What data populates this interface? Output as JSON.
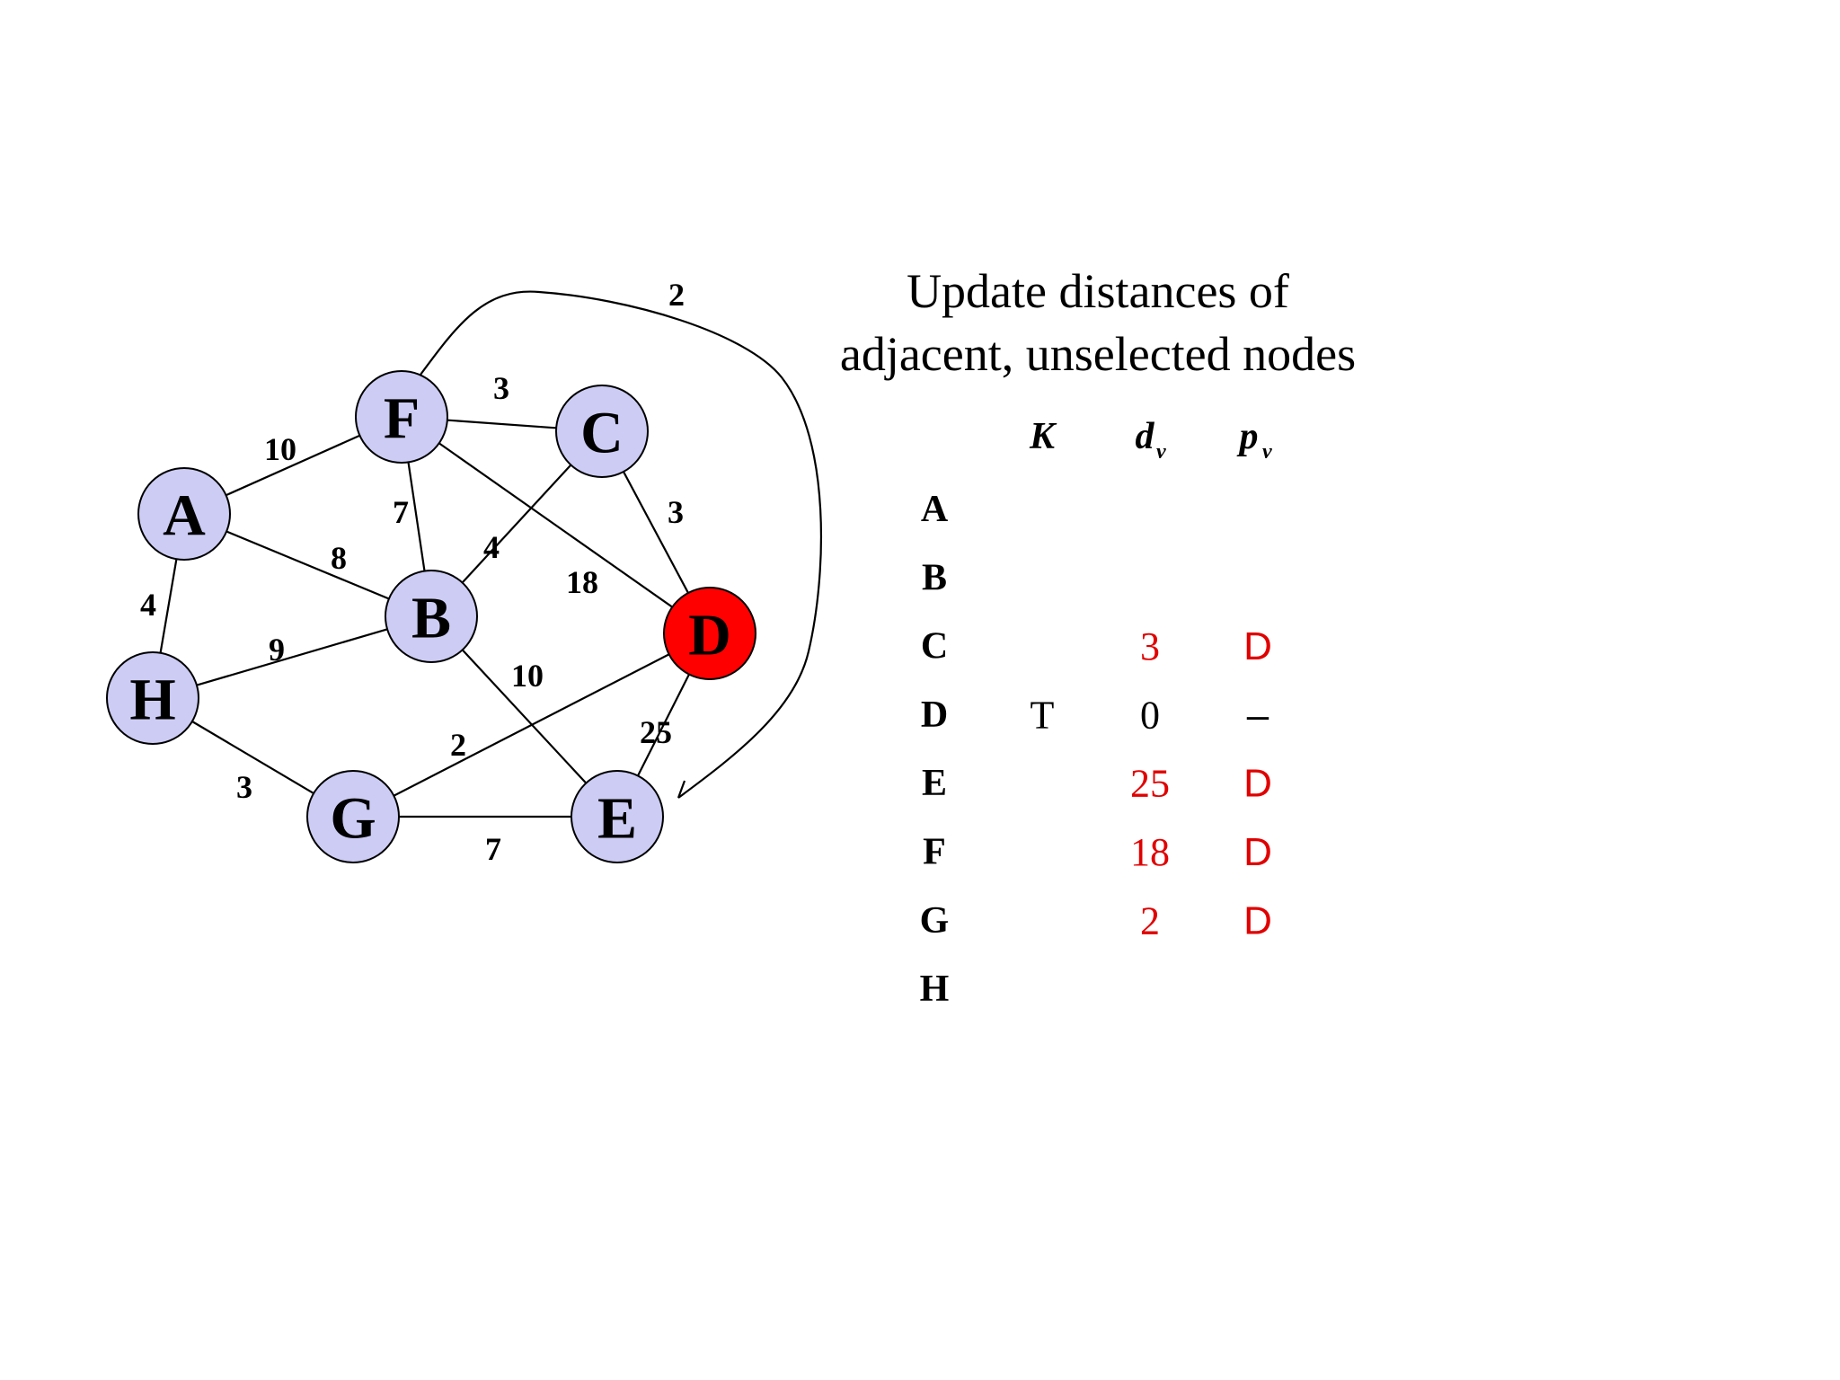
{
  "slide": {
    "title_line1": "Update distances of",
    "title_line2": "adjacent, unselected nodes"
  },
  "colors": {
    "node_fill": "#ccccf5",
    "selected_node_fill": "#ff0000",
    "updated_text": "#e00000",
    "default_text": "#000000"
  },
  "graph": {
    "selected_node": "D",
    "nodes": [
      {
        "id": "A",
        "label": "A"
      },
      {
        "id": "B",
        "label": "B"
      },
      {
        "id": "C",
        "label": "C"
      },
      {
        "id": "D",
        "label": "D"
      },
      {
        "id": "E",
        "label": "E"
      },
      {
        "id": "F",
        "label": "F"
      },
      {
        "id": "G",
        "label": "G"
      },
      {
        "id": "H",
        "label": "H"
      }
    ],
    "edges": [
      {
        "from": "A",
        "to": "F",
        "weight": "10"
      },
      {
        "from": "A",
        "to": "B",
        "weight": "8"
      },
      {
        "from": "A",
        "to": "H",
        "weight": "4"
      },
      {
        "from": "F",
        "to": "C",
        "weight": "3"
      },
      {
        "from": "F",
        "to": "B",
        "weight": "7"
      },
      {
        "from": "F",
        "to": "D",
        "weight": "18"
      },
      {
        "from": "F",
        "to": "E",
        "weight": "2"
      },
      {
        "from": "C",
        "to": "B",
        "weight": "4"
      },
      {
        "from": "C",
        "to": "D",
        "weight": "3"
      },
      {
        "from": "B",
        "to": "H",
        "weight": "9"
      },
      {
        "from": "B",
        "to": "E",
        "weight": "10"
      },
      {
        "from": "D",
        "to": "G",
        "weight": "2"
      },
      {
        "from": "D",
        "to": "E",
        "weight": "25"
      },
      {
        "from": "H",
        "to": "G",
        "weight": "3"
      },
      {
        "from": "G",
        "to": "E",
        "weight": "7"
      }
    ]
  },
  "table": {
    "headers": {
      "k": "K",
      "d": "d",
      "d_sub": "v",
      "p": "p",
      "p_sub": "v"
    },
    "rows": [
      {
        "node": "A",
        "k": "",
        "d": "",
        "p": "",
        "updated": false
      },
      {
        "node": "B",
        "k": "",
        "d": "",
        "p": "",
        "updated": false
      },
      {
        "node": "C",
        "k": "",
        "d": "3",
        "p": "D",
        "updated": true
      },
      {
        "node": "D",
        "k": "T",
        "d": "0",
        "p": "–",
        "updated": false
      },
      {
        "node": "E",
        "k": "",
        "d": "25",
        "p": "D",
        "updated": true
      },
      {
        "node": "F",
        "k": "",
        "d": "18",
        "p": "D",
        "updated": true
      },
      {
        "node": "G",
        "k": "",
        "d": "2",
        "p": "D",
        "updated": true
      },
      {
        "node": "H",
        "k": "",
        "d": "",
        "p": "",
        "updated": false
      }
    ]
  }
}
